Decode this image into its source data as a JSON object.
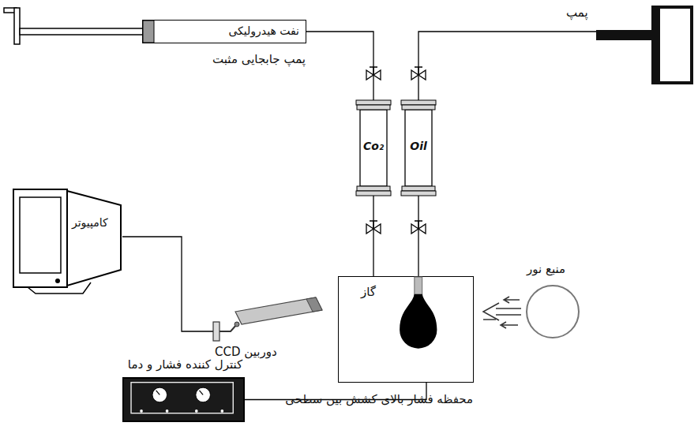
{
  "diagram": {
    "nodes": [
      {
        "text": [
          "نفت هیدرولیکی",
          "پمپ جابجایی مثبت"
        ]
      },
      {
        "text": [
          "پمپ"
        ]
      },
      {
        "text": [
          "Co₂"
        ]
      },
      {
        "text": [
          "Oil"
        ]
      },
      {
        "text": [
          "گاز",
          "محفظه فشار بالای کشش بین سطحی"
        ]
      },
      {
        "text": [
          "منبع نور"
        ]
      },
      {
        "text": [
          "دوربین CCD"
        ]
      },
      {
        "text": [
          "کامپیوتر"
        ]
      },
      {
        "text": [
          "کنترل کننده فشار و دما"
        ]
      }
    ],
    "edges": [
      {
        "from": 0,
        "to": 2,
        "arrow": "none"
      },
      {
        "from": 1,
        "to": 3,
        "arrow": "none"
      },
      {
        "from": 2,
        "to": 4,
        "arrow": "none"
      },
      {
        "from": 3,
        "to": 4,
        "arrow": "none"
      },
      {
        "from": 7,
        "to": 6,
        "arrow": "none"
      },
      {
        "from": 8,
        "to": 4,
        "arrow": "none"
      }
    ]
  }
}
